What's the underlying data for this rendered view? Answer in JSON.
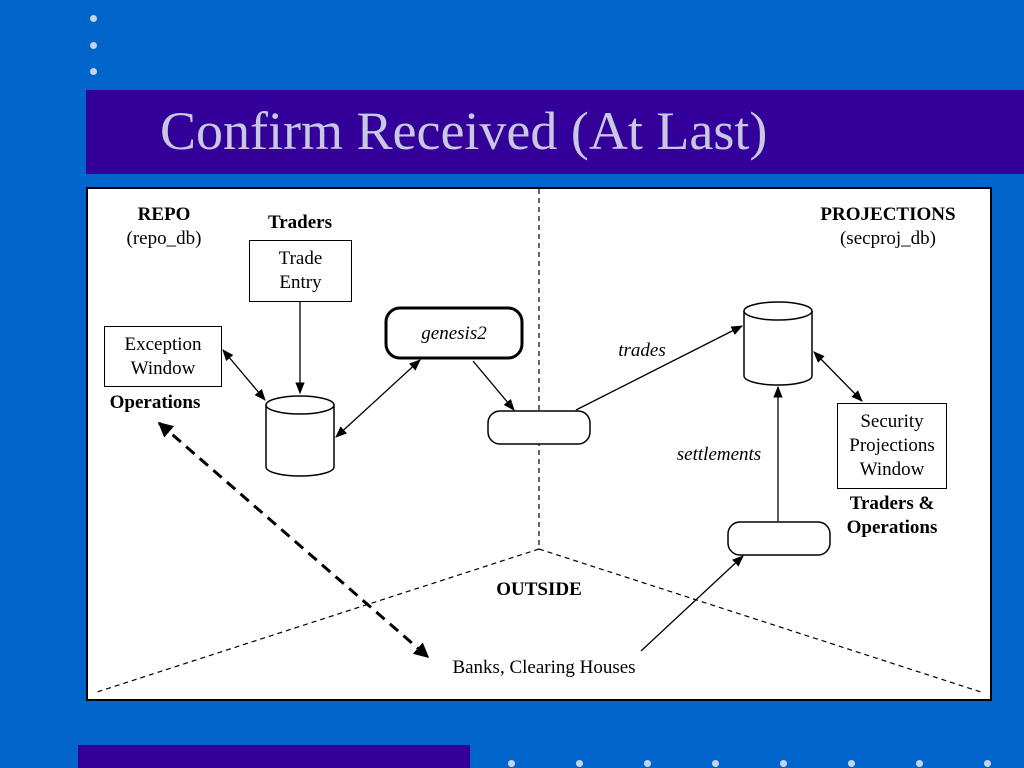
{
  "slide": {
    "title": "Confirm Received (At Last)"
  },
  "diagram": {
    "repo_title": "REPO",
    "repo_db": "(repo_db)",
    "traders_label": "Traders",
    "trade_entry": "Trade\nEntry",
    "genesis": "genesis2",
    "exception_window": "Exception\nWindow",
    "operations_label": "Operations",
    "projections_title": "PROJECTIONS",
    "projections_db": "(secproj_db)",
    "trades_label": "trades",
    "settlements_label": "settlements",
    "security_window": "Security\nProjections\nWindow",
    "traders_ops_label": "Traders &\nOperations",
    "outside_label": "OUTSIDE",
    "banks_label": "Banks, Clearing Houses"
  },
  "colors": {
    "background": "#0066cc",
    "title_bar": "#330099",
    "title_text": "#c8c8e0"
  }
}
